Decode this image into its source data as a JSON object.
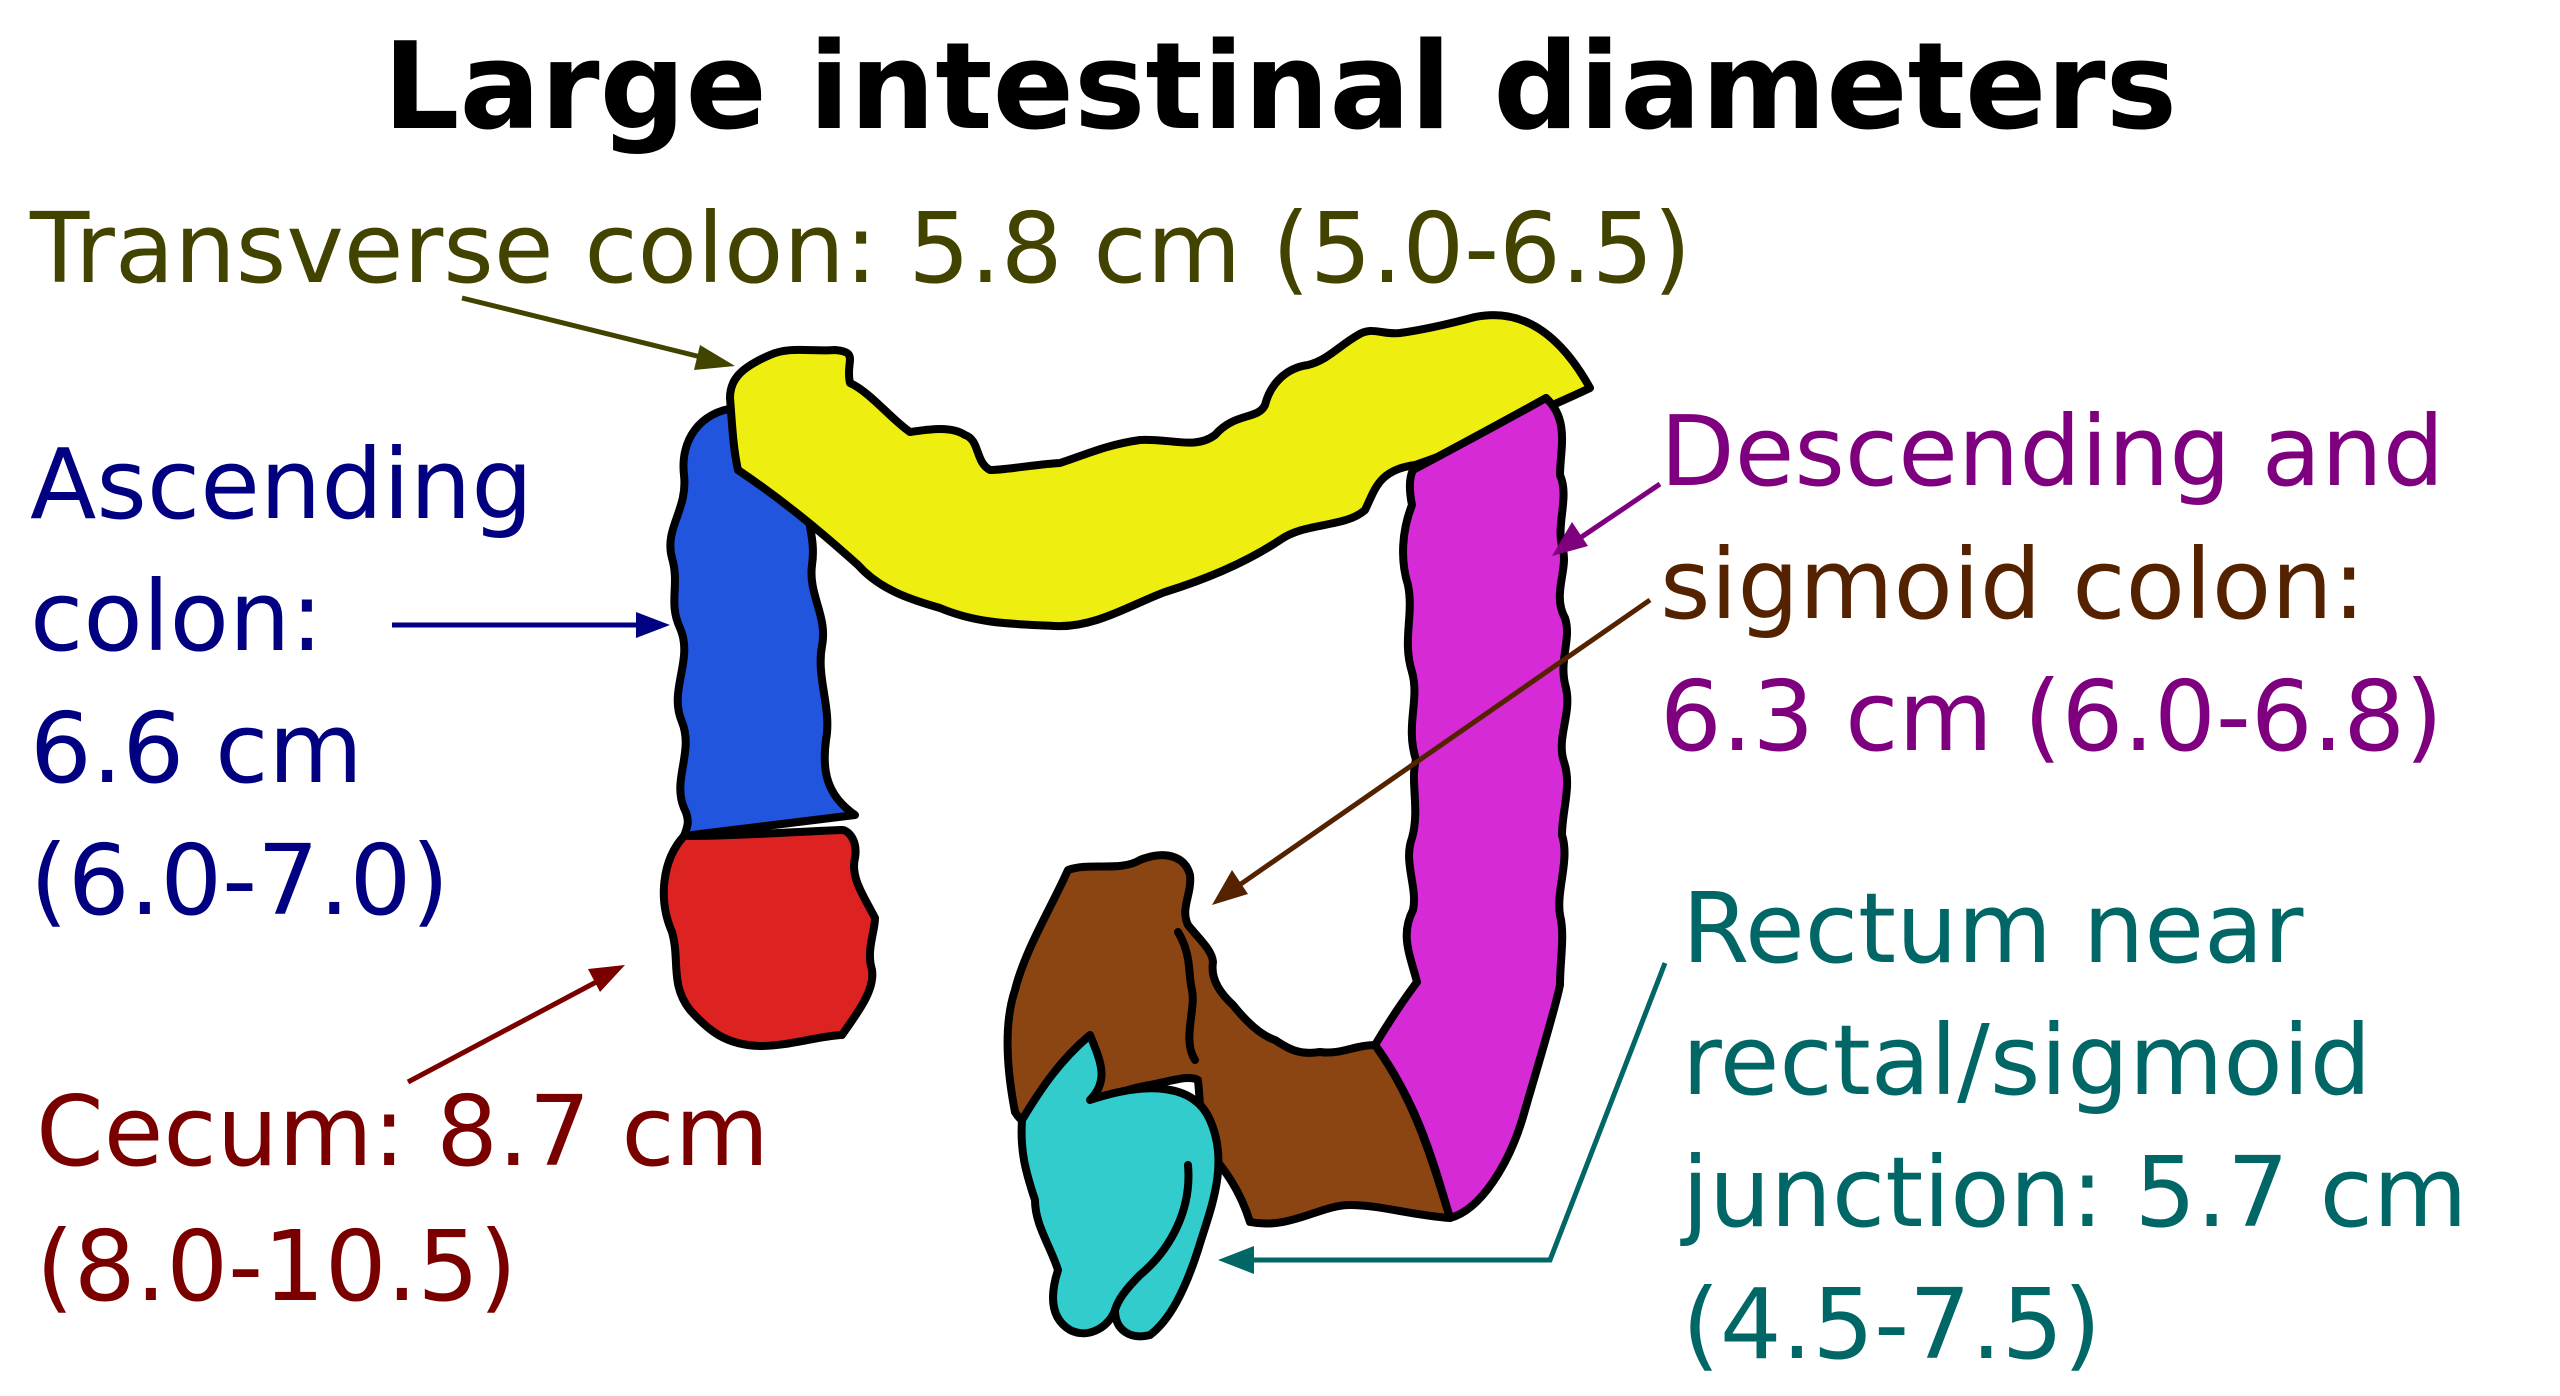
{
  "title": "Large intestinal diameters",
  "colors": {
    "transverse_text": "#434300",
    "transverse_fill": "#eeee11",
    "ascending_text": "#000080",
    "ascending_fill": "#2255dd",
    "cecum_text": "#7a0000",
    "cecum_fill": "#dd2222",
    "descending_text": "#7f007f",
    "descending_fill": "#d52ad5",
    "sigmoid_text": "#552200",
    "sigmoid_fill": "#8b4513",
    "rectum_text": "#006666",
    "rectum_fill": "#33cccc",
    "outline": "#000000"
  },
  "labels": {
    "transverse": {
      "line1": "Transverse colon: 5.8 cm (5.0-6.5)"
    },
    "ascending": {
      "line1": "Ascending",
      "line2": "colon:",
      "line3": "6.6 cm",
      "line4": "(6.0-7.0)"
    },
    "cecum": {
      "line1": "Cecum: 8.7 cm",
      "line2": "(8.0-10.5)"
    },
    "descending": {
      "line1": "Descending and",
      "line2": "sigmoid colon:",
      "line3": "6.3 cm (6.0-6.8)"
    },
    "rectum": {
      "line1": "Rectum near",
      "line2": "rectal/sigmoid",
      "line3": "junction: 5.7 cm",
      "line4": "(4.5-7.5)"
    }
  }
}
